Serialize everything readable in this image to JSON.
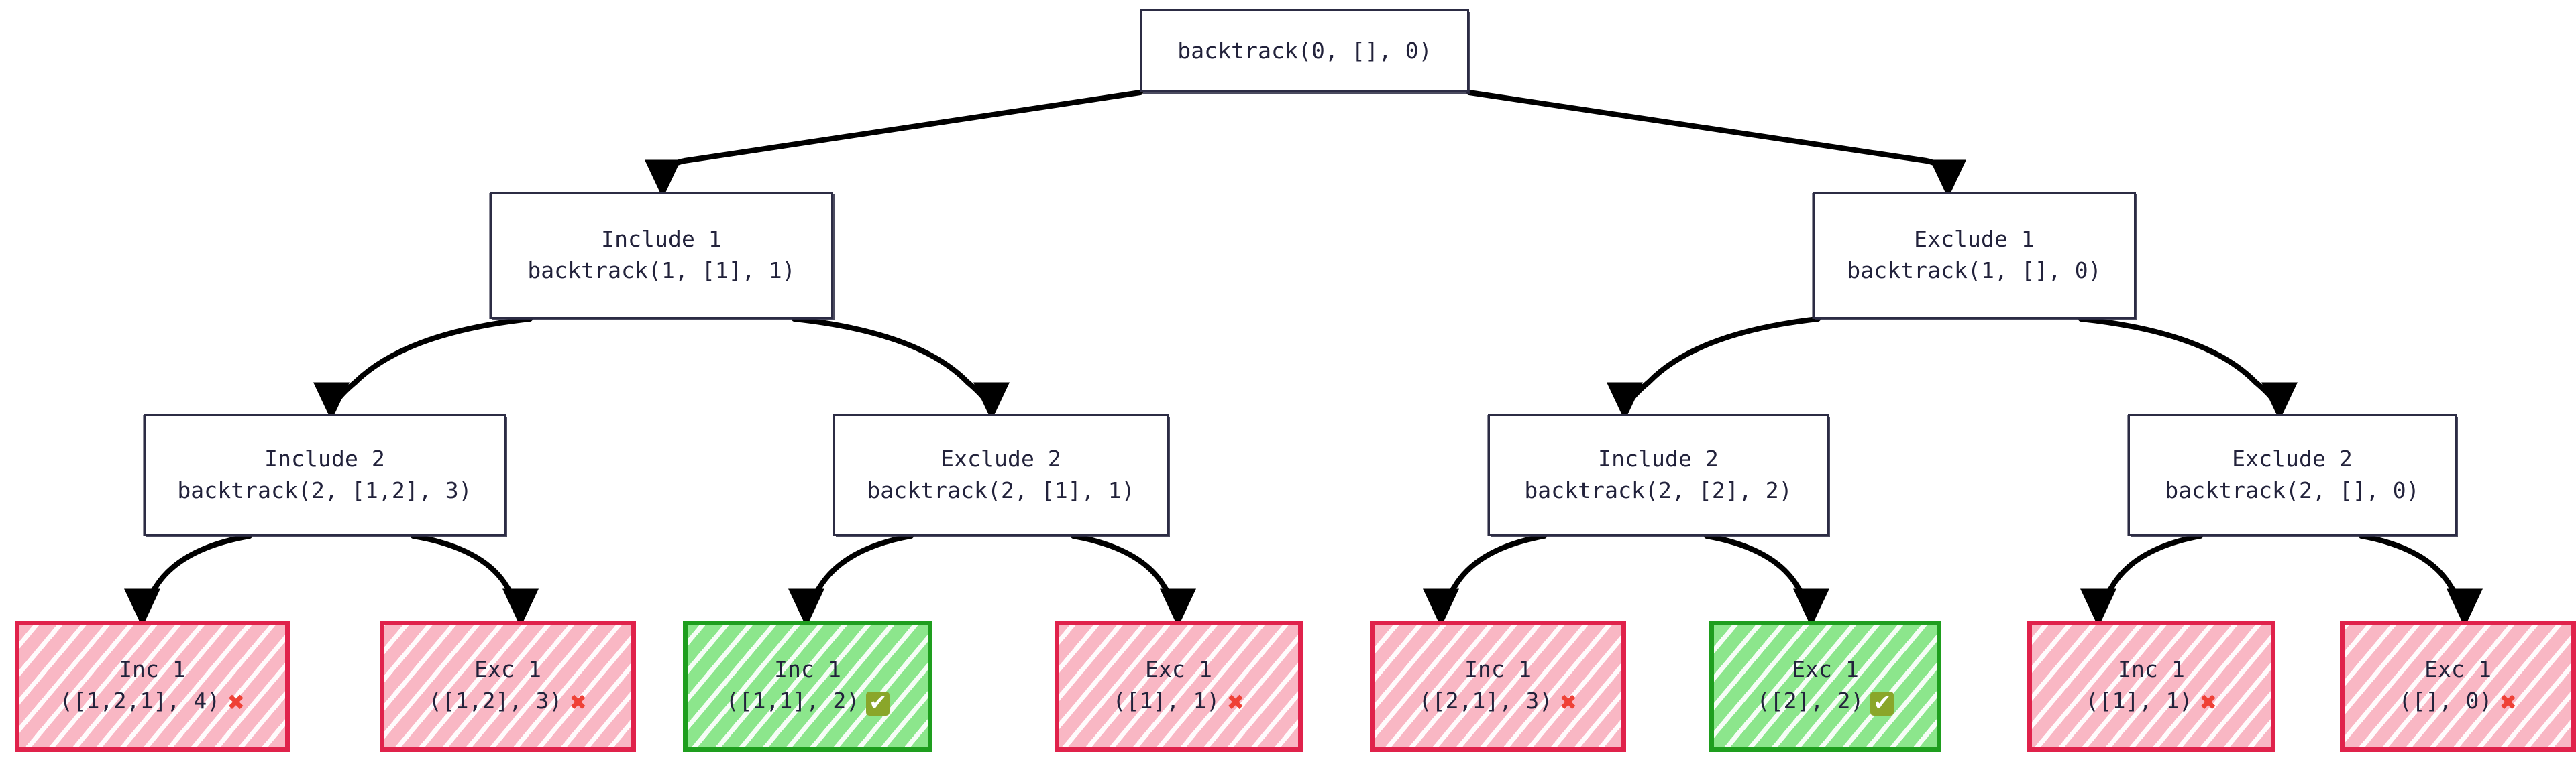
{
  "diagram": {
    "title": "backtracking recursion tree",
    "type": "recursion-tree",
    "colors": {
      "plain_border": "#2c2c44",
      "plain_fill": "#ffffff",
      "fail_fill": "#f9b7c4",
      "fail_border": "#e0224b",
      "ok_fill": "#8ce68c",
      "ok_border": "#1e9e1e",
      "edge": "#000000",
      "text": "#22223b"
    },
    "marks": {
      "fail": "✖",
      "ok": "✔"
    }
  },
  "nodes": {
    "root": {
      "label_line1": "backtrack(0, [], 0)",
      "label_line2": ""
    },
    "include1": {
      "label_line1": "Include 1",
      "label_line2": "backtrack(1, [1], 1)"
    },
    "exclude1": {
      "label_line1": "Exclude 1",
      "label_line2": "backtrack(1, [], 0)"
    },
    "include2_a": {
      "label_line1": "Include 2",
      "label_line2": "backtrack(2, [1,2], 3)"
    },
    "exclude2_a": {
      "label_line1": "Exclude 2",
      "label_line2": "backtrack(2, [1], 1)"
    },
    "include2_b": {
      "label_line1": "Include 2",
      "label_line2": "backtrack(2, [2], 2)"
    },
    "exclude2_b": {
      "label_line1": "Exclude 2",
      "label_line2": "backtrack(2, [], 0)"
    },
    "leaf1": {
      "label_line1": "Inc 1",
      "label_line2": "([1,2,1], 4)",
      "status": "fail"
    },
    "leaf2": {
      "label_line1": "Exc 1",
      "label_line2": "([1,2], 3)",
      "status": "fail"
    },
    "leaf3": {
      "label_line1": "Inc 1",
      "label_line2": "([1,1], 2)",
      "status": "ok"
    },
    "leaf4": {
      "label_line1": "Exc 1",
      "label_line2": "([1], 1)",
      "status": "fail"
    },
    "leaf5": {
      "label_line1": "Inc 1",
      "label_line2": "([2,1], 3)",
      "status": "fail"
    },
    "leaf6": {
      "label_line1": "Exc 1",
      "label_line2": "([2], 2)",
      "status": "ok"
    },
    "leaf7": {
      "label_line1": "Inc 1",
      "label_line2": "([1], 1)",
      "status": "fail"
    },
    "leaf8": {
      "label_line1": "Exc 1",
      "label_line2": "([], 0)",
      "status": "fail"
    }
  }
}
